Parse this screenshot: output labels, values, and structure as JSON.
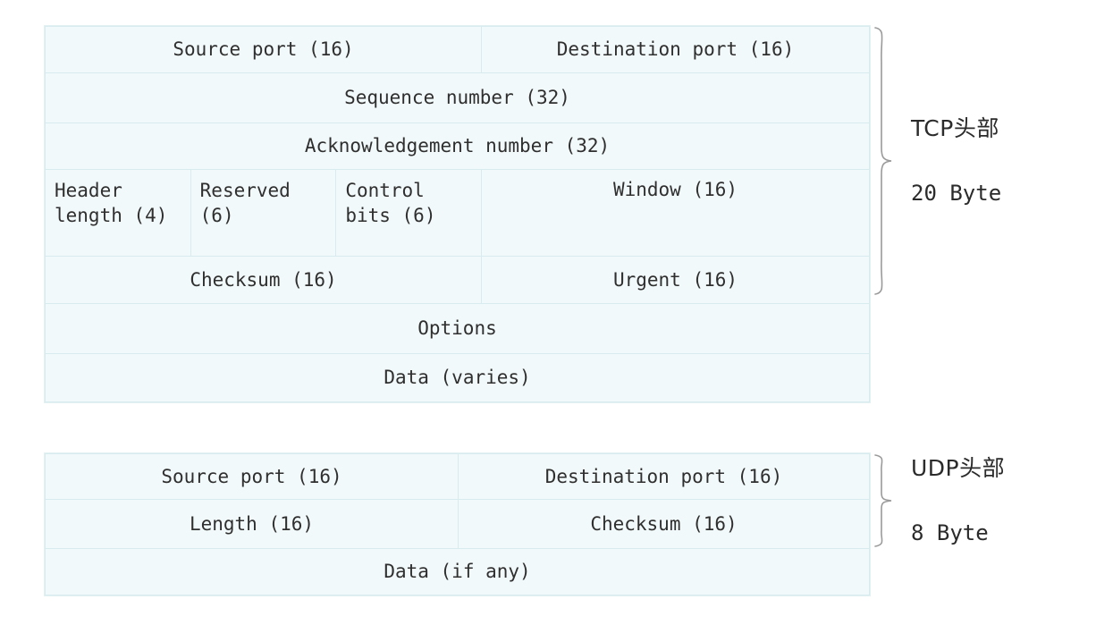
{
  "tcp": {
    "rows": [
      {
        "cells": [
          {
            "text": "Source port (16)",
            "align": "center"
          },
          {
            "text": "Destination port (16)",
            "align": "center"
          }
        ]
      },
      {
        "cells": [
          {
            "text": "Sequence number (32)",
            "align": "center"
          }
        ]
      },
      {
        "cells": [
          {
            "text": "Acknowledgement number (32)",
            "align": "center"
          }
        ]
      },
      {
        "cells": [
          {
            "text": "Header length (4)",
            "align": "left"
          },
          {
            "text": "Reserved (6)",
            "align": "left"
          },
          {
            "text": "Control bits (6)",
            "align": "left"
          },
          {
            "text": "Window (16)",
            "align": "top"
          }
        ]
      },
      {
        "cells": [
          {
            "text": "Checksum (16)",
            "align": "center"
          },
          {
            "text": "Urgent (16)",
            "align": "center"
          }
        ]
      },
      {
        "cells": [
          {
            "text": "Options",
            "align": "center"
          }
        ]
      },
      {
        "cells": [
          {
            "text": "Data (varies)",
            "align": "center"
          }
        ]
      }
    ],
    "brace_label_line1": "TCP头部",
    "brace_label_line2": "20 Byte"
  },
  "udp": {
    "rows": [
      {
        "cells": [
          {
            "text": "Source port (16)",
            "align": "center"
          },
          {
            "text": "Destination port (16)",
            "align": "center"
          }
        ]
      },
      {
        "cells": [
          {
            "text": "Length (16)",
            "align": "center"
          },
          {
            "text": "Checksum (16)",
            "align": "center"
          }
        ]
      },
      {
        "cells": [
          {
            "text": "Data (if any)",
            "align": "center"
          }
        ]
      }
    ],
    "brace_label_line1": "UDP头部",
    "brace_label_line2": "8 Byte"
  },
  "colors": {
    "cell_background": "#f2f9fa",
    "cell_border": "#d8ecef",
    "text": "#2f2f2f",
    "brace": "#9a9a9a",
    "page_background": "#ffffff"
  }
}
